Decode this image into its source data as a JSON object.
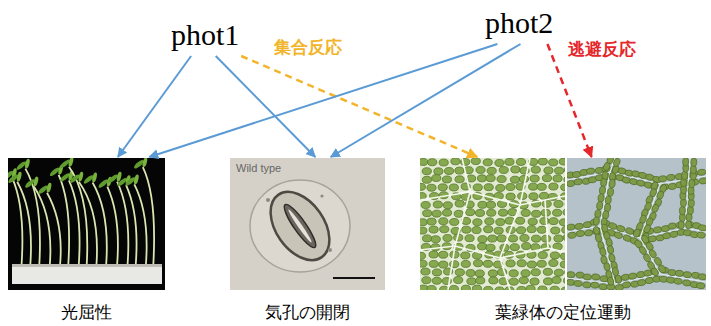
{
  "diagram": {
    "nodes": [
      {
        "text": [
          "phot1"
        ]
      },
      {
        "text": [
          "phot2"
        ]
      },
      {
        "text": [
          "光屈性"
        ]
      },
      {
        "text": [
          "Wild type",
          "気孔の開閉"
        ]
      },
      {
        "text": [
          "葉緑体の定位運動"
        ]
      }
    ],
    "edges": [
      {
        "from": 0,
        "to": 2,
        "arrow": "to"
      },
      {
        "from": 0,
        "to": 3,
        "arrow": "to"
      },
      {
        "from": 0,
        "to": 4,
        "label": "集合反応",
        "arrow": "to"
      },
      {
        "from": 1,
        "to": 2,
        "arrow": "to"
      },
      {
        "from": 1,
        "to": 3,
        "arrow": "to"
      },
      {
        "from": 1,
        "to": 4,
        "label": "逃避反応",
        "arrow": "to"
      }
    ]
  }
}
